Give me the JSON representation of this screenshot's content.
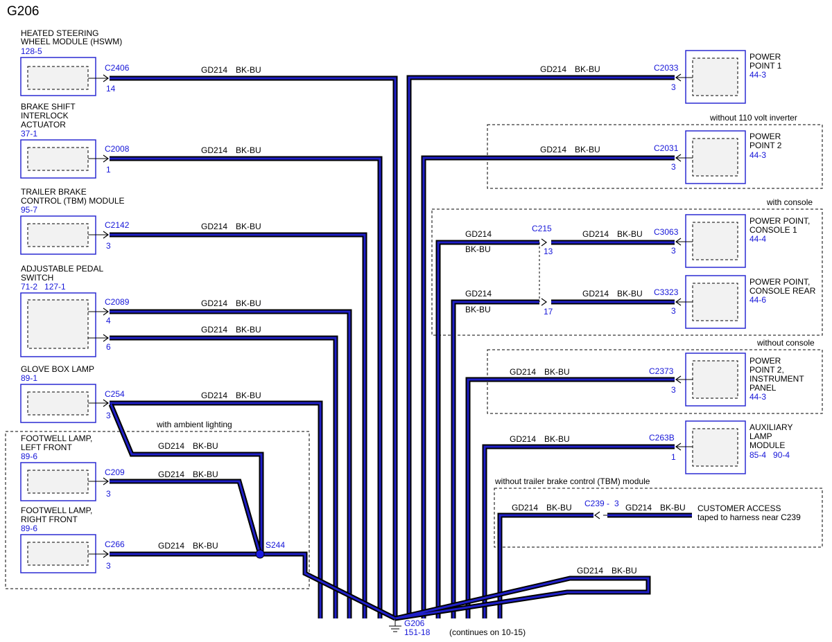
{
  "title": "G206",
  "wire_code": "GD214",
  "wire_color": "BK-BU",
  "left_components": [
    {
      "name_lines": [
        "HEATED STEERING",
        "WHEEL MODULE (HSWM)"
      ],
      "ref": "128-5",
      "connectors": [
        {
          "id": "C2406",
          "pin": "14"
        }
      ]
    },
    {
      "name_lines": [
        "BRAKE SHIFT",
        "INTERLOCK",
        "ACTUATOR"
      ],
      "ref": "37-1",
      "connectors": [
        {
          "id": "C2008",
          "pin": "1"
        }
      ]
    },
    {
      "name_lines": [
        "TRAILER BRAKE",
        "CONTROL (TBM) MODULE"
      ],
      "ref": "95-7",
      "connectors": [
        {
          "id": "C2142",
          "pin": "3"
        }
      ]
    },
    {
      "name_lines": [
        "ADJUSTABLE PEDAL",
        "SWITCH"
      ],
      "ref": "71-2   127-1",
      "connectors": [
        {
          "id": "C2089",
          "pin": "4"
        },
        {
          "id": "",
          "pin": "6"
        }
      ]
    },
    {
      "name_lines": [
        "GLOVE BOX LAMP"
      ],
      "ref": "89-1",
      "connectors": [
        {
          "id": "C254",
          "pin": "3"
        }
      ]
    },
    {
      "name_lines": [
        "FOOTWELL LAMP,",
        "LEFT FRONT"
      ],
      "ref": "89-6",
      "connectors": [
        {
          "id": "C209",
          "pin": "3"
        }
      ]
    },
    {
      "name_lines": [
        "FOOTWELL LAMP,",
        "RIGHT FRONT"
      ],
      "ref": "89-6",
      "connectors": [
        {
          "id": "C266",
          "pin": "3"
        }
      ]
    }
  ],
  "right_components": [
    {
      "name_lines": [
        "POWER",
        "POINT 1"
      ],
      "ref": "44-3",
      "connector": "C2033",
      "pin": "3"
    },
    {
      "name_lines": [
        "POWER",
        "POINT 2"
      ],
      "ref": "44-3",
      "connector": "C2031",
      "pin": "3"
    },
    {
      "name_lines": [
        "POWER POINT,",
        "CONSOLE 1"
      ],
      "ref": "44-4",
      "connector": "C3063",
      "pin": "3"
    },
    {
      "name_lines": [
        "POWER POINT,",
        "CONSOLE REAR"
      ],
      "ref": "44-6",
      "connector": "C3323",
      "pin": "3"
    },
    {
      "name_lines": [
        "POWER",
        "POINT 2,",
        "INSTRUMENT",
        "PANEL"
      ],
      "ref": "44-3",
      "connector": "C2373",
      "pin": "3"
    },
    {
      "name_lines": [
        "AUXILIARY",
        "LAMP",
        "MODULE"
      ],
      "ref": "85-4   90-4",
      "connector": "C263B",
      "pin": "1"
    }
  ],
  "zones": {
    "ambient": "with ambient lighting",
    "no_inverter": "without 110 volt inverter",
    "console": "with console",
    "no_console": "without console",
    "no_tbm": "without trailer brake control (TBM) module"
  },
  "inline_connector": {
    "id": "C215",
    "pins": [
      "13",
      "17"
    ]
  },
  "splice": "S244",
  "customer_access": {
    "connector": "C239",
    "pin": "3",
    "note_lines": [
      "CUSTOMER ACCESS",
      "taped to harness near C239"
    ]
  },
  "ground": {
    "id": "G206",
    "ref": "151-18",
    "note": "(continues on 10-15)"
  },
  "colors": {
    "wire_core": "#2020c8",
    "wire_jacket": "#000000",
    "connector_text": "#1515d8",
    "component_box": "#2a2ad2",
    "splice_dot": "#1a1ae0"
  }
}
